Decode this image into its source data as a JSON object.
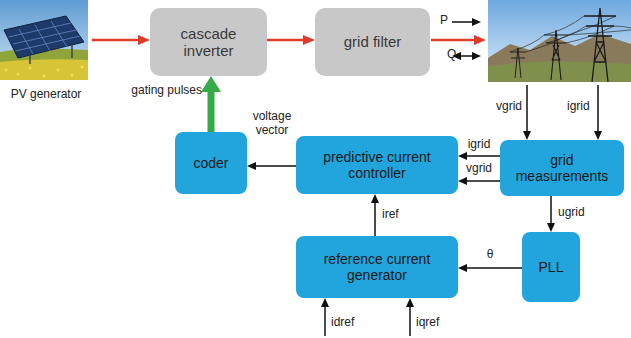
{
  "diagram": {
    "nodes": [
      {
        "text": [
          "PV generator"
        ]
      },
      {
        "text": [
          "cascade inverter"
        ]
      },
      {
        "text": [
          "grid filter"
        ]
      },
      {
        "text": [
          "coder"
        ]
      },
      {
        "text": [
          "predictive current controller"
        ]
      },
      {
        "text": [
          "grid measurements"
        ]
      },
      {
        "text": [
          "reference current generator"
        ]
      },
      {
        "text": [
          "PLL"
        ]
      }
    ],
    "edges": [
      {
        "from": 0,
        "to": 1,
        "arrow": "to"
      },
      {
        "from": 1,
        "to": 2,
        "arrow": "to"
      },
      {
        "from": 3,
        "to": 1,
        "label": "gating pulses",
        "arrow": "to"
      },
      {
        "from": 4,
        "to": 3,
        "label": "voltage vector",
        "arrow": "to"
      },
      {
        "from": 5,
        "to": 4,
        "label": "igrid",
        "arrow": "to"
      },
      {
        "from": 5,
        "to": 4,
        "label": "vgrid",
        "arrow": "to"
      },
      {
        "from": 5,
        "to": 7,
        "label": "ugrid",
        "arrow": "to"
      },
      {
        "from": 7,
        "to": 6,
        "label": "θ",
        "arrow": "to"
      },
      {
        "from": 6,
        "to": 4,
        "label": "iref",
        "arrow": "to"
      }
    ],
    "labels": [
      "P",
      "Q",
      "vgrid",
      "igrid",
      "idref",
      "iqref"
    ]
  }
}
